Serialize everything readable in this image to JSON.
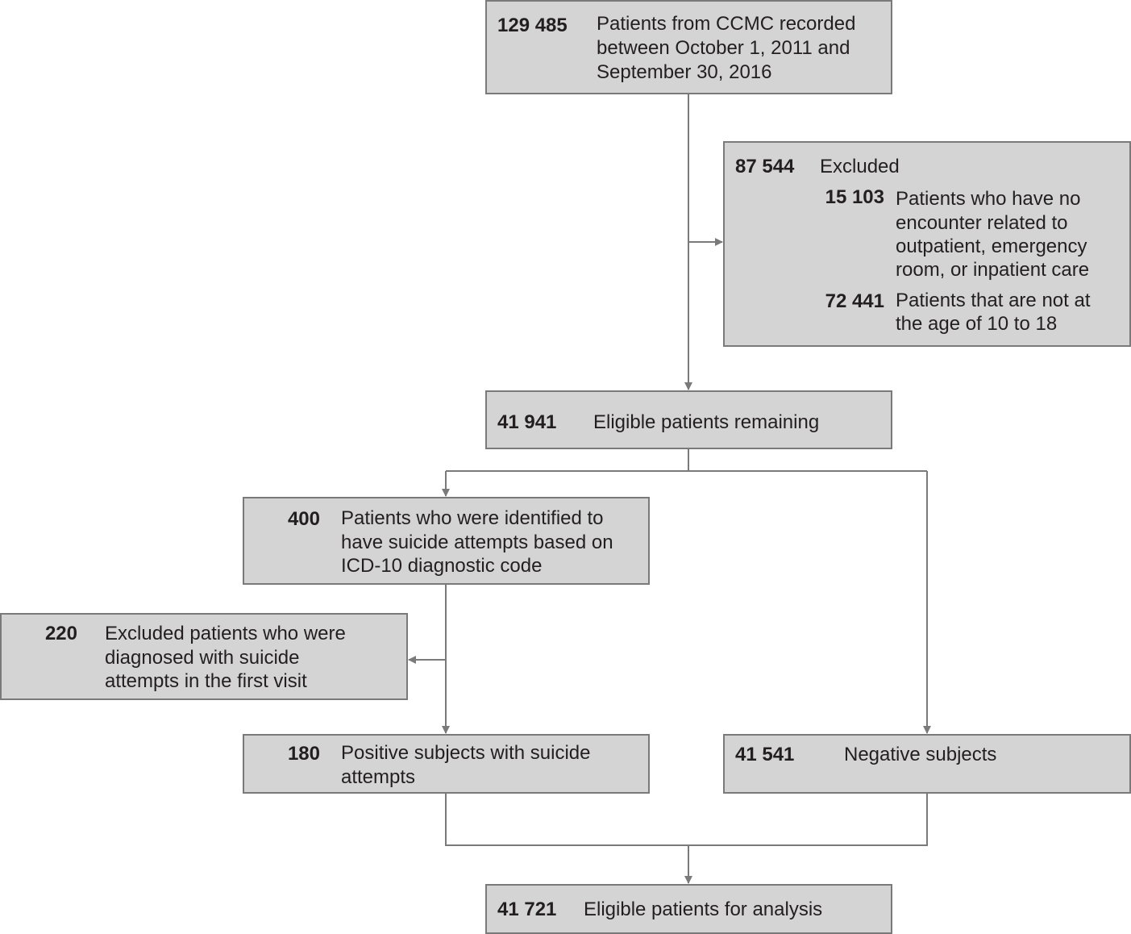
{
  "flowchart": {
    "colors": {
      "box_fill": "#d4d4d4",
      "box_border": "#7a7a7a",
      "connector": "#7a7a7a",
      "text": "#231f20"
    },
    "boxes": {
      "ccmc": {
        "count": "129 485",
        "lines": [
          "Patients from CCMC recorded",
          "between October 1, 2011 and",
          "September 30, 2016"
        ]
      },
      "excluded": {
        "count": "87 544",
        "label": "Excluded",
        "sub": [
          {
            "count": "15 103",
            "lines": [
              "Patients who have no",
              "encounter related to",
              "outpatient, emergency",
              "room, or inpatient care"
            ]
          },
          {
            "count": "72 441",
            "lines": [
              "Patients that are not at",
              "the age of 10 to 18"
            ]
          }
        ]
      },
      "eligible": {
        "count": "41 941",
        "text": "Eligible patients remaining"
      },
      "identified": {
        "count": "400",
        "lines": [
          "Patients who were identified to",
          "have suicide attempts based on",
          "ICD-10 diagnostic code"
        ]
      },
      "first_visit": {
        "count": "220",
        "lines": [
          "Excluded patients who were",
          "diagnosed with suicide",
          "attempts in the first visit"
        ]
      },
      "positive": {
        "count": "180",
        "lines": [
          "Positive subjects with suicide",
          "attempts"
        ]
      },
      "negative": {
        "count": "41 541",
        "text": "Negative subjects"
      },
      "analysis": {
        "count": "41 721",
        "text": "Eligible patients for analysis"
      }
    }
  }
}
